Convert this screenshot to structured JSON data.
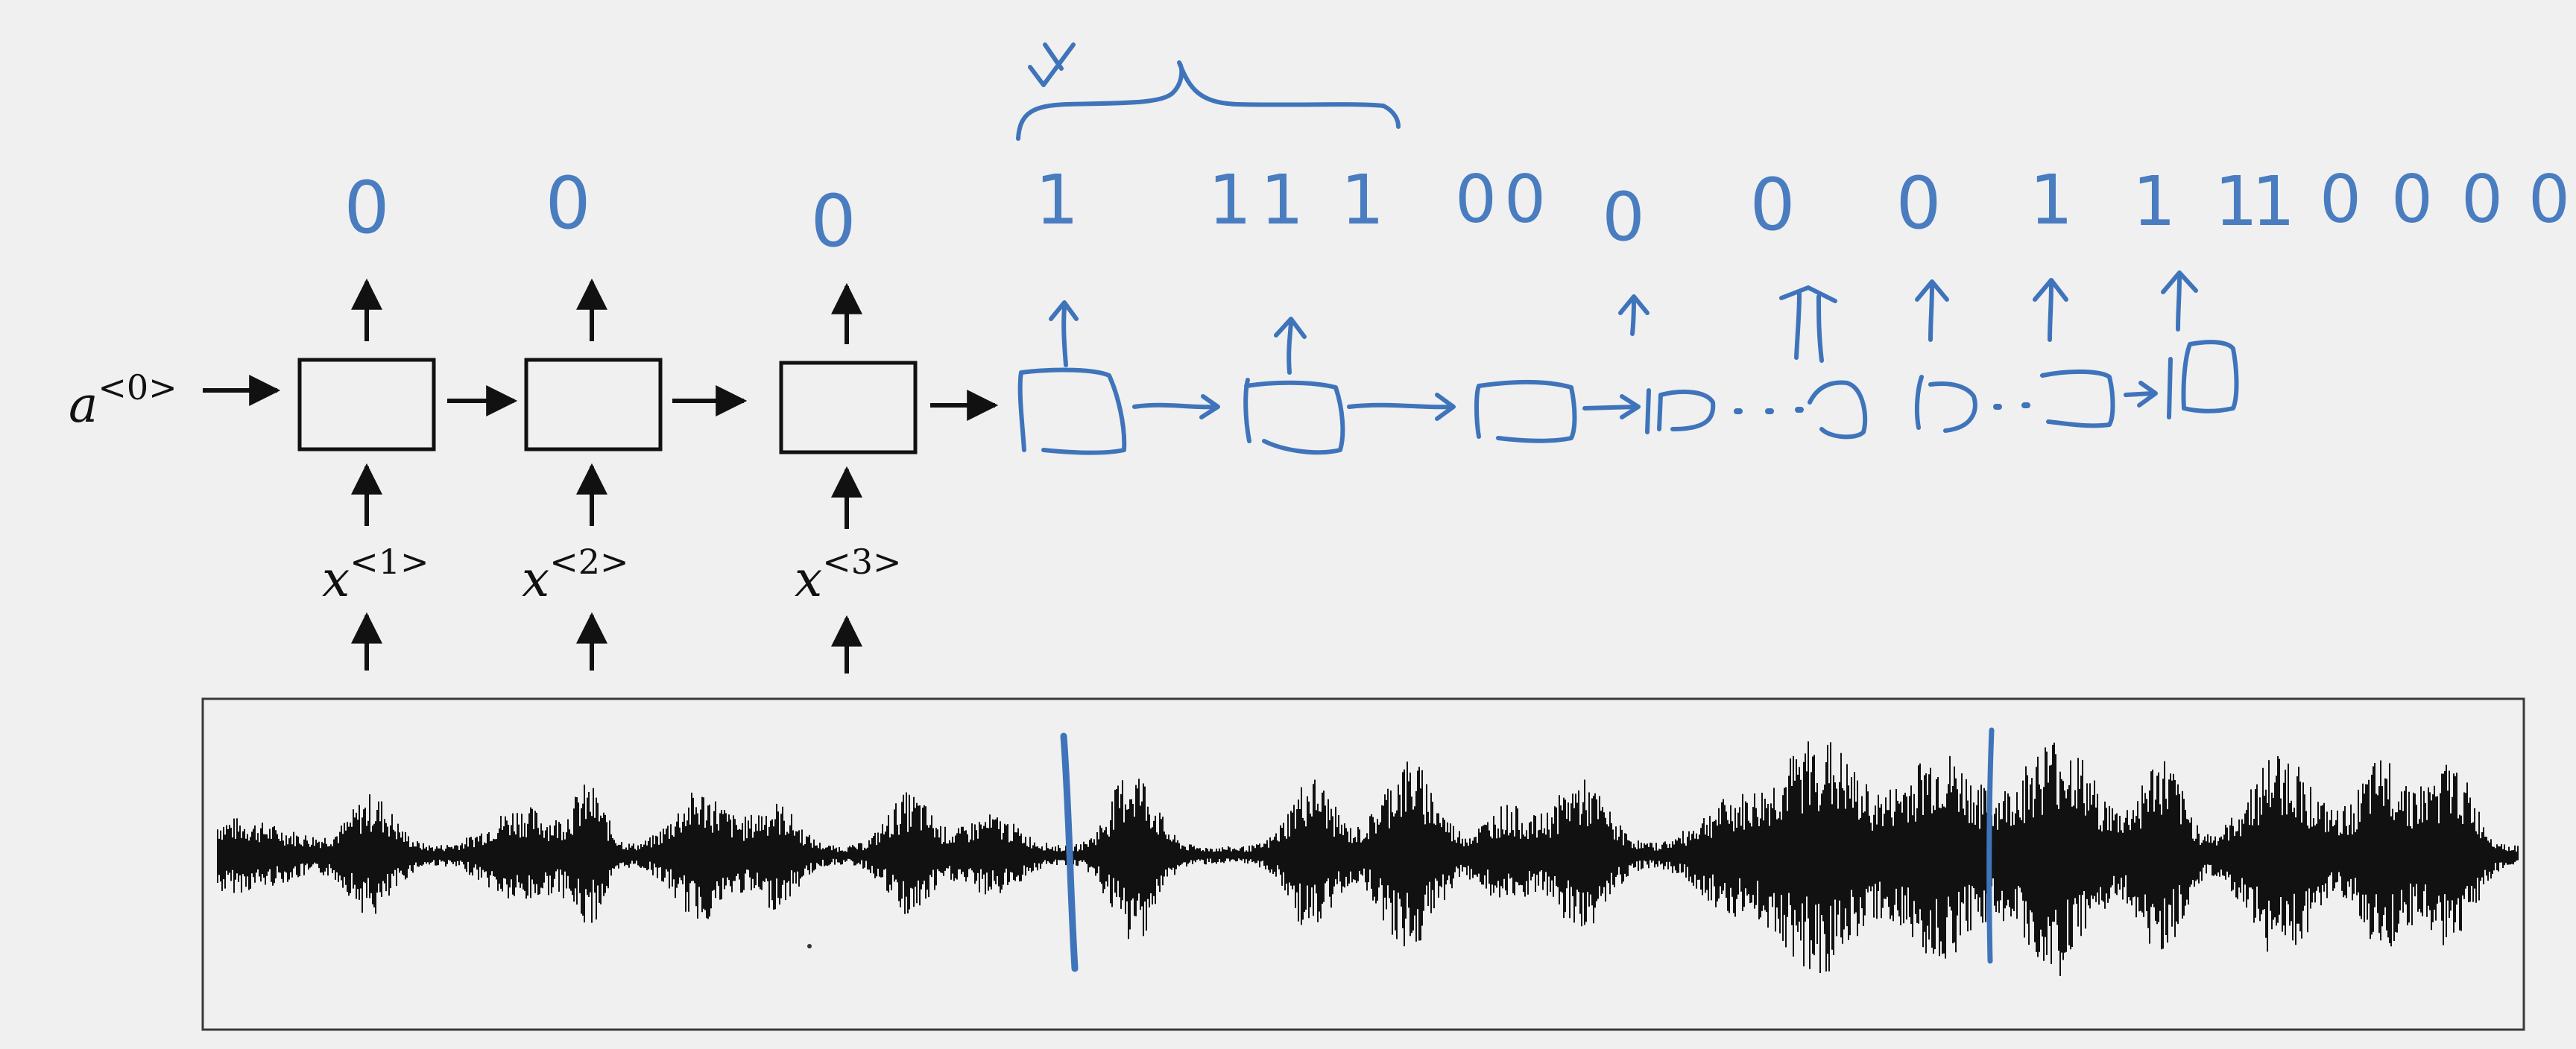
{
  "diagram": {
    "initial_activation": {
      "base": "a",
      "sup": "<0>"
    },
    "inputs": [
      {
        "base": "x",
        "sup": "<1>"
      },
      {
        "base": "x",
        "sup": "<2>"
      },
      {
        "base": "x",
        "sup": "<3>"
      }
    ],
    "printed_outputs": [
      "0",
      "0",
      "0"
    ],
    "handwritten_labels": [
      "1",
      "1",
      "1",
      "1",
      "0",
      "0",
      "0",
      "0",
      "0",
      "1",
      "1",
      "1",
      "1",
      "0",
      "0",
      "0",
      "0"
    ]
  },
  "colors": {
    "ink": "#3f74bb",
    "black": "#111111",
    "background": "#f0f0f0"
  }
}
